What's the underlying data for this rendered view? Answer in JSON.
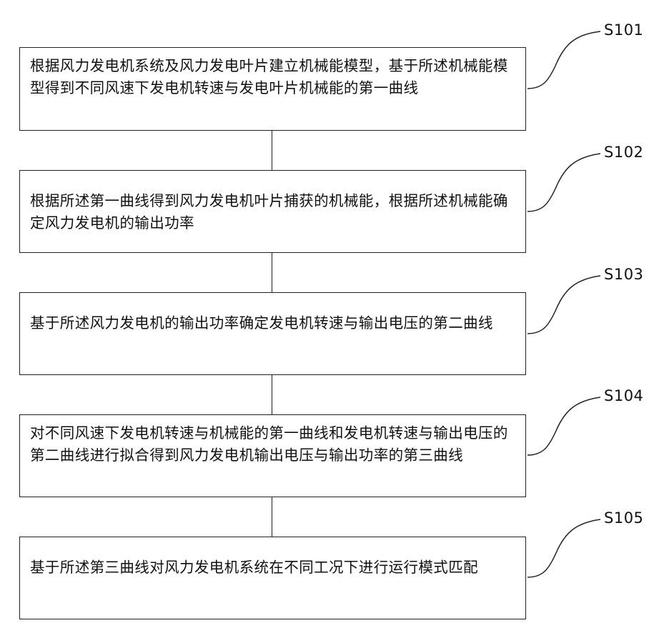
{
  "steps": [
    {
      "label": "S101",
      "text": "根据风力发电机系统及风力发电叶片建立机械能模型，基于所述机械能模型得到不同风速下发电机转速与发电叶片机械能的第一曲线"
    },
    {
      "label": "S102",
      "text": "根据所述第一曲线得到风力发电机叶片捕获的机械能，根据所述机械能确定风力发电机的输出功率"
    },
    {
      "label": "S103",
      "text": "基于所述风力发电机的输出功率确定发电机转速与输出电压的第二曲线"
    },
    {
      "label": "S104",
      "text": "对不同风速下发电机转速与机械能的第一曲线和发电机转速与输出电压的第二曲线进行拟合得到风力发电机输出电压与输出功率的第三曲线"
    },
    {
      "label": "S105",
      "text": "基于所述第三曲线对风力发电机系统在不同工况下进行运行模式匹配"
    }
  ]
}
